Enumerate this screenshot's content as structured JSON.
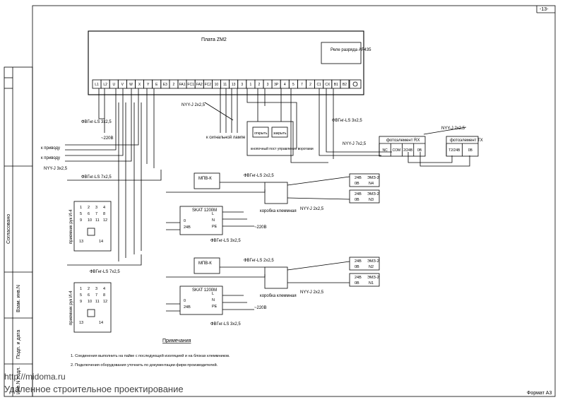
{
  "sheet": {
    "page_number": "-13-",
    "format": "Формат A3"
  },
  "stamp": {
    "agreed": "Согласовано",
    "inv_no": "Взам. инв.N",
    "sign_date": "Подп. и дата",
    "inv_no_orig": "Инв.N подл."
  },
  "panel": {
    "title": "Плата ZM2",
    "relay_label": "Реле разряда AF435"
  },
  "terminals": [
    "L1",
    "L2",
    "U",
    "V",
    "W",
    "X",
    "Y",
    "E",
    "E3",
    "2",
    "FA1",
    "FC1",
    "FA2",
    "FC2",
    "10",
    "11",
    "13",
    "3",
    "1",
    "2",
    "3",
    "3P",
    "4",
    "5",
    "7",
    "2",
    "C1",
    "CX",
    "B1",
    "B2"
  ],
  "cables": {
    "fvgng_3x2_5": "ФВГнг-LS 3х2,5",
    "fvgng_7x2_5": "ФВГнг-LS 7х2,5",
    "fvgng_2x2_5": "ФВГнг-LS 2х2,5",
    "nyy_3x2_5": "NYY-J 3х2,5",
    "nyy_2x2_5": "NYY-J 2х2,5",
    "nyy_7x2_5": "NYY-J 7х2,5",
    "v220": "~220В"
  },
  "labels": {
    "to_drive_1": "к приводу",
    "to_drive_2": "к приводу",
    "to_signal": "к сигнальной лампе",
    "open": "открыть",
    "close": "закрыть",
    "post": "кнопочный пост управления воротами",
    "photo_rx": "фотоэлемент RX",
    "photo_tx": "фотоэлемент TX",
    "mpb": "МПВ-К",
    "psu": "SKAT 1200М",
    "receiver": "приемник рук И-4",
    "junction": "коробка клеммная",
    "em": "ЭМЗ-2"
  },
  "rx_terminals": [
    "NC",
    "COM",
    "2/24В",
    "0В"
  ],
  "tx_terminals": [
    "T2/24В",
    "0В"
  ],
  "psu_terminals": [
    "L",
    "N",
    "PE",
    "0",
    "24В"
  ],
  "em_outputs": [
    {
      "v24": "24В",
      "v0": "0В",
      "name": "ЭМЗ-2",
      "id": "N4"
    },
    {
      "v24": "24В",
      "v0": "0В",
      "name": "ЭМЗ-2",
      "id": "N3"
    },
    {
      "v24": "24В",
      "v0": "0В",
      "name": "ЭМЗ-2",
      "id": "N2"
    },
    {
      "v24": "24В",
      "v0": "0В",
      "name": "ЭМЗ-2",
      "id": "N1"
    }
  ],
  "relay_pins": {
    "top": [
      "1",
      "2",
      "3",
      "4"
    ],
    "mid": [
      "5",
      "6",
      "7",
      "8"
    ],
    "row3": [
      "9",
      "10",
      "11",
      "12"
    ],
    "coil_a": "13",
    "coil_b": "14"
  },
  "notes": {
    "title": "Примечания",
    "n1": "1. Соединения выполнить на пайке с последующей изоляцией и на блоках клеммников.",
    "n2": "2. Подключения оборудования уточнить по документации фирм производителей."
  },
  "watermark": {
    "url": "http://midoma.ru",
    "tagline": "Удаленное строительное проектирование"
  }
}
